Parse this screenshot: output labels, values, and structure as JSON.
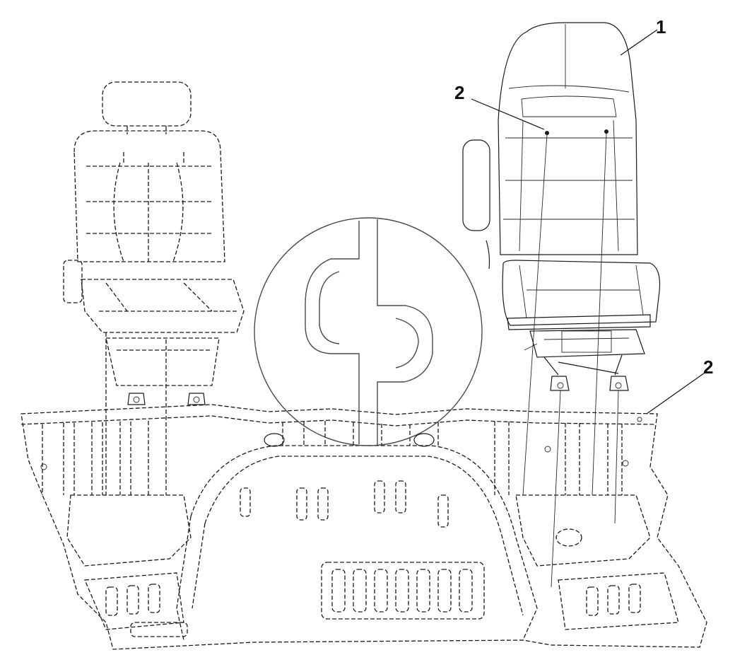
{
  "callouts": {
    "backrest_label": "1",
    "upper_bolt_label": "2",
    "floor_bolt_label": "2"
  },
  "colors": {
    "line": "#1a1a1a",
    "background": "#ffffff",
    "watermark": "#4a4a4a"
  }
}
